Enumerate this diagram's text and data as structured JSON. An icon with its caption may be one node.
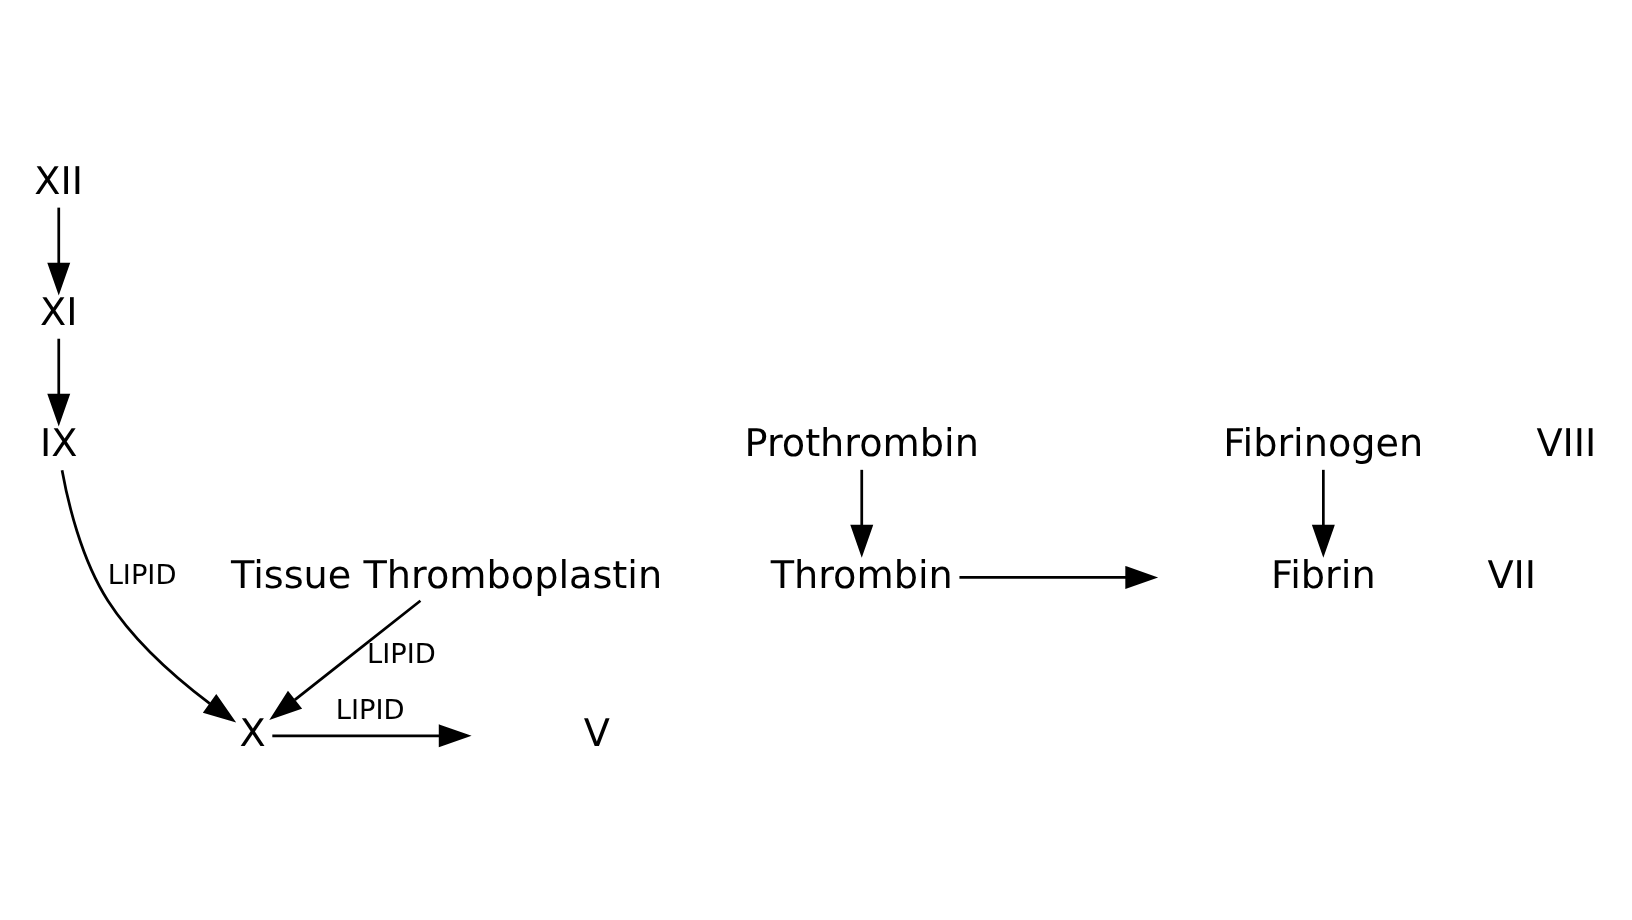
{
  "diagram": {
    "nodes": [
      {
        "text": [
          "XII"
        ]
      },
      {
        "text": [
          "XI"
        ]
      },
      {
        "text": [
          "IX"
        ]
      },
      {
        "text": [
          "X"
        ]
      },
      {
        "text": [
          "Tissue Thromboplastin"
        ]
      },
      {
        "text": [
          "Prothrombin"
        ]
      },
      {
        "text": [
          "Thrombin"
        ]
      },
      {
        "text": [
          "Fibrinogen"
        ]
      },
      {
        "text": [
          "Fibrin"
        ]
      }
    ],
    "edges": [
      {
        "from": 0,
        "to": 1,
        "arrow": "to"
      },
      {
        "from": 1,
        "to": 2,
        "arrow": "to"
      },
      {
        "from": 2,
        "to": 3,
        "arrow": "to",
        "label": "LIPID"
      },
      {
        "from": 4,
        "to": 3,
        "arrow": "to",
        "label": "LIPID"
      },
      {
        "from": 3,
        "to": null,
        "arrow": "to",
        "label": "LIPID"
      },
      {
        "from": 5,
        "to": 6,
        "arrow": "to"
      },
      {
        "from": 6,
        "to": null,
        "arrow": "to"
      },
      {
        "from": 7,
        "to": 8,
        "arrow": "to"
      }
    ],
    "labels": [
      "VIII",
      "VII",
      "V"
    ]
  }
}
